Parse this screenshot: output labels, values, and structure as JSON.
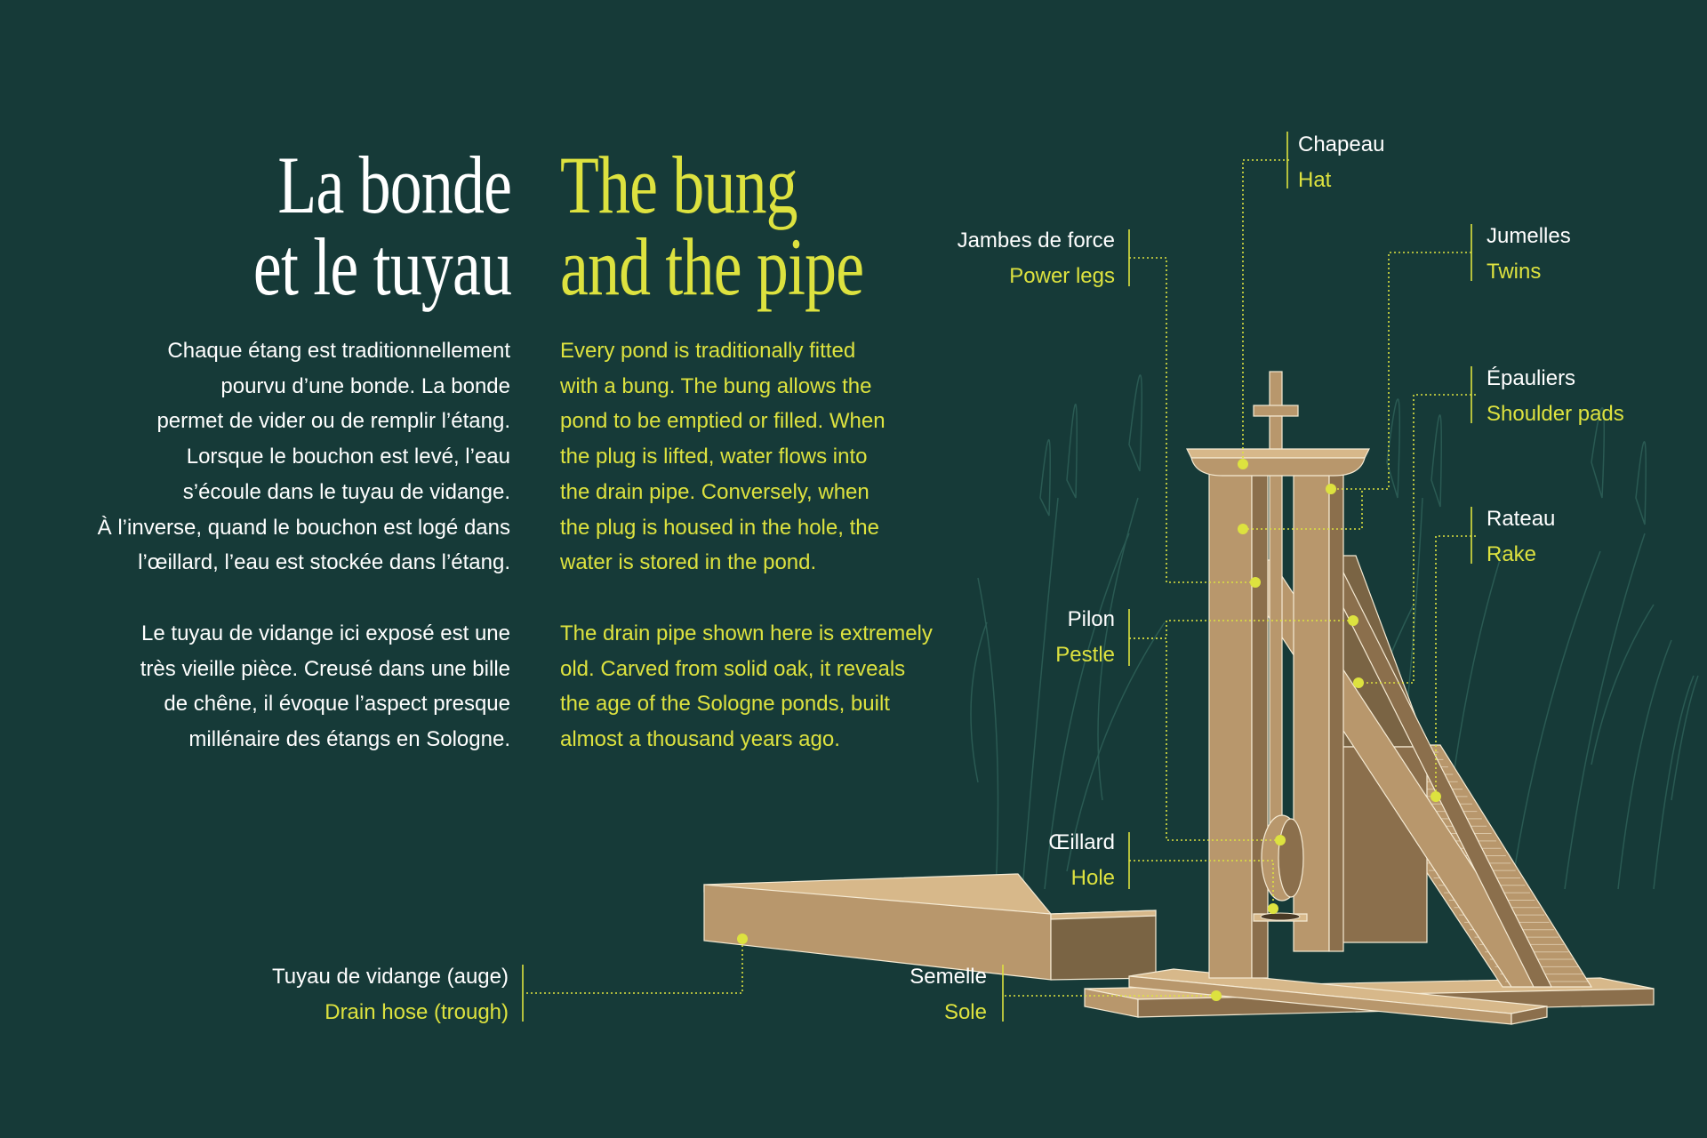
{
  "title": {
    "fr": [
      "La bonde",
      "et le tuyau"
    ],
    "en": [
      "The bung",
      "and the pipe"
    ]
  },
  "text": {
    "fr_p1": [
      "Chaque étang est traditionnellement",
      "pourvu d’une bonde. La bonde",
      "permet de vider ou de remplir l’étang.",
      "Lorsque le bouchon est levé, l’eau",
      "s’écoule dans le tuyau de vidange.",
      "À l’inverse, quand le bouchon est logé dans",
      "l’œillard, l’eau est stockée dans l’étang."
    ],
    "fr_p2": [
      "Le tuyau de vidange ici exposé est une",
      "très vieille pièce. Creusé dans une bille",
      "de chêne, il évoque l’aspect presque",
      "millénaire des étangs en Sologne."
    ],
    "en_p1": [
      "Every pond is traditionally fitted",
      "with a bung. The bung allows the",
      "pond to be emptied or filled. When",
      "the plug is lifted, water flows into",
      "the drain pipe. Conversely, when",
      "the plug is housed in the hole, the",
      "water is stored in the pond."
    ],
    "en_p2": [
      "The drain pipe shown here is extremely",
      "old. Carved from solid oak, it reveals",
      "the age of the Sologne ponds, built",
      "almost a thousand years ago."
    ]
  },
  "labels": {
    "chapeau": {
      "fr": "Chapeau",
      "en": "Hat"
    },
    "jambes": {
      "fr": "Jambes de force",
      "en": "Power legs"
    },
    "jumelles": {
      "fr": "Jumelles",
      "en": "Twins"
    },
    "epauliers": {
      "fr": "Épauliers",
      "en": "Shoulder pads"
    },
    "rateau": {
      "fr": "Rateau",
      "en": "Rake"
    },
    "pilon": {
      "fr": "Pilon",
      "en": "Pestle"
    },
    "oeillard": {
      "fr": "Œillard",
      "en": "Hole"
    },
    "semelle": {
      "fr": "Semelle",
      "en": "Sole"
    },
    "tuyau": {
      "fr": "Tuyau de vidange (auge)",
      "en": "Drain hose (trough)"
    }
  },
  "colors": {
    "background": "#163a38",
    "accent": "#dde23f",
    "text": "#ffffff",
    "wood": "#b8976c"
  }
}
